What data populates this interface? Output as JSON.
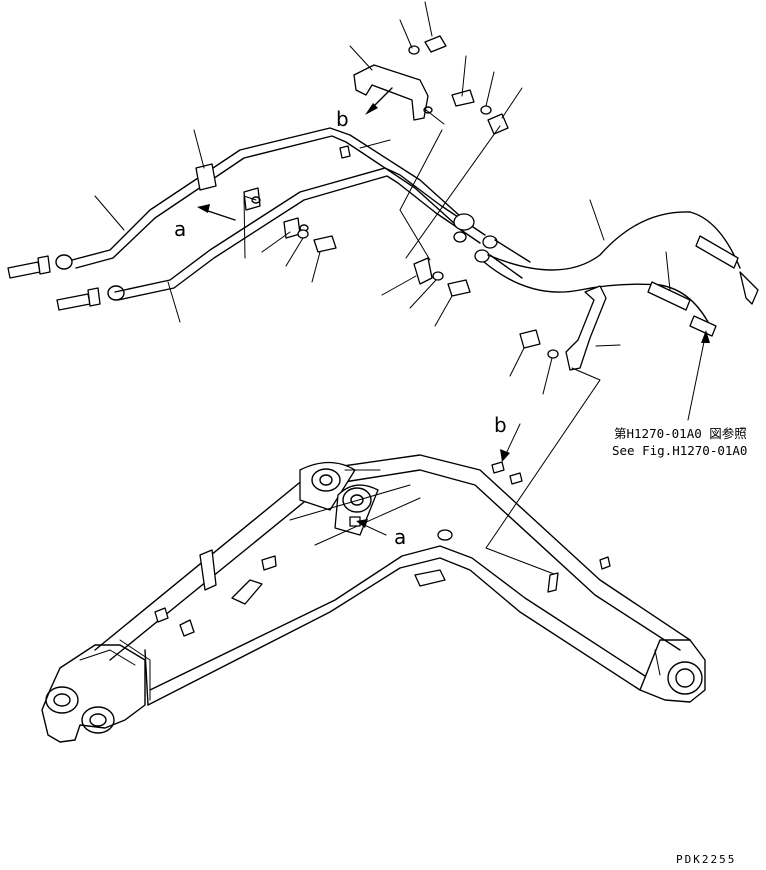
{
  "callouts": {
    "a_upper": "a",
    "b_upper": "b",
    "a_lower": "a",
    "b_lower": "b"
  },
  "reference": {
    "japanese": "第H1270-01A0 図参照",
    "english": "See Fig.H1270-01A0"
  },
  "drawing_code": "PDK2255"
}
